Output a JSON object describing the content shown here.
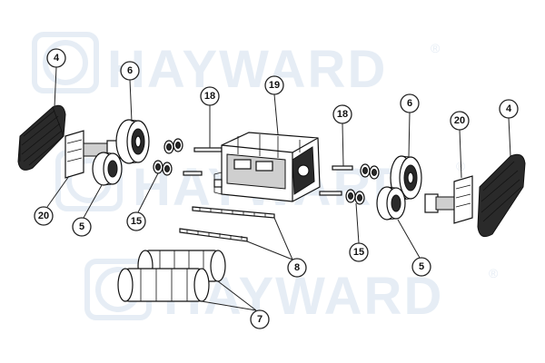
{
  "watermark": {
    "brand": "HAYWARD",
    "registered": "®"
  },
  "callouts": [
    {
      "id": "c4-left",
      "label": "4"
    },
    {
      "id": "c6-left",
      "label": "6"
    },
    {
      "id": "c18-left",
      "label": "18"
    },
    {
      "id": "c19",
      "label": "19"
    },
    {
      "id": "c18-right",
      "label": "18"
    },
    {
      "id": "c6-right",
      "label": "6"
    },
    {
      "id": "c20-right",
      "label": "20"
    },
    {
      "id": "c4-right",
      "label": "4"
    },
    {
      "id": "c20-left",
      "label": "20"
    },
    {
      "id": "c5-left",
      "label": "5"
    },
    {
      "id": "c15-left",
      "label": "15"
    },
    {
      "id": "c8",
      "label": "8"
    },
    {
      "id": "c15-right",
      "label": "15"
    },
    {
      "id": "c5-right",
      "label": "5"
    },
    {
      "id": "c7",
      "label": "7"
    }
  ]
}
